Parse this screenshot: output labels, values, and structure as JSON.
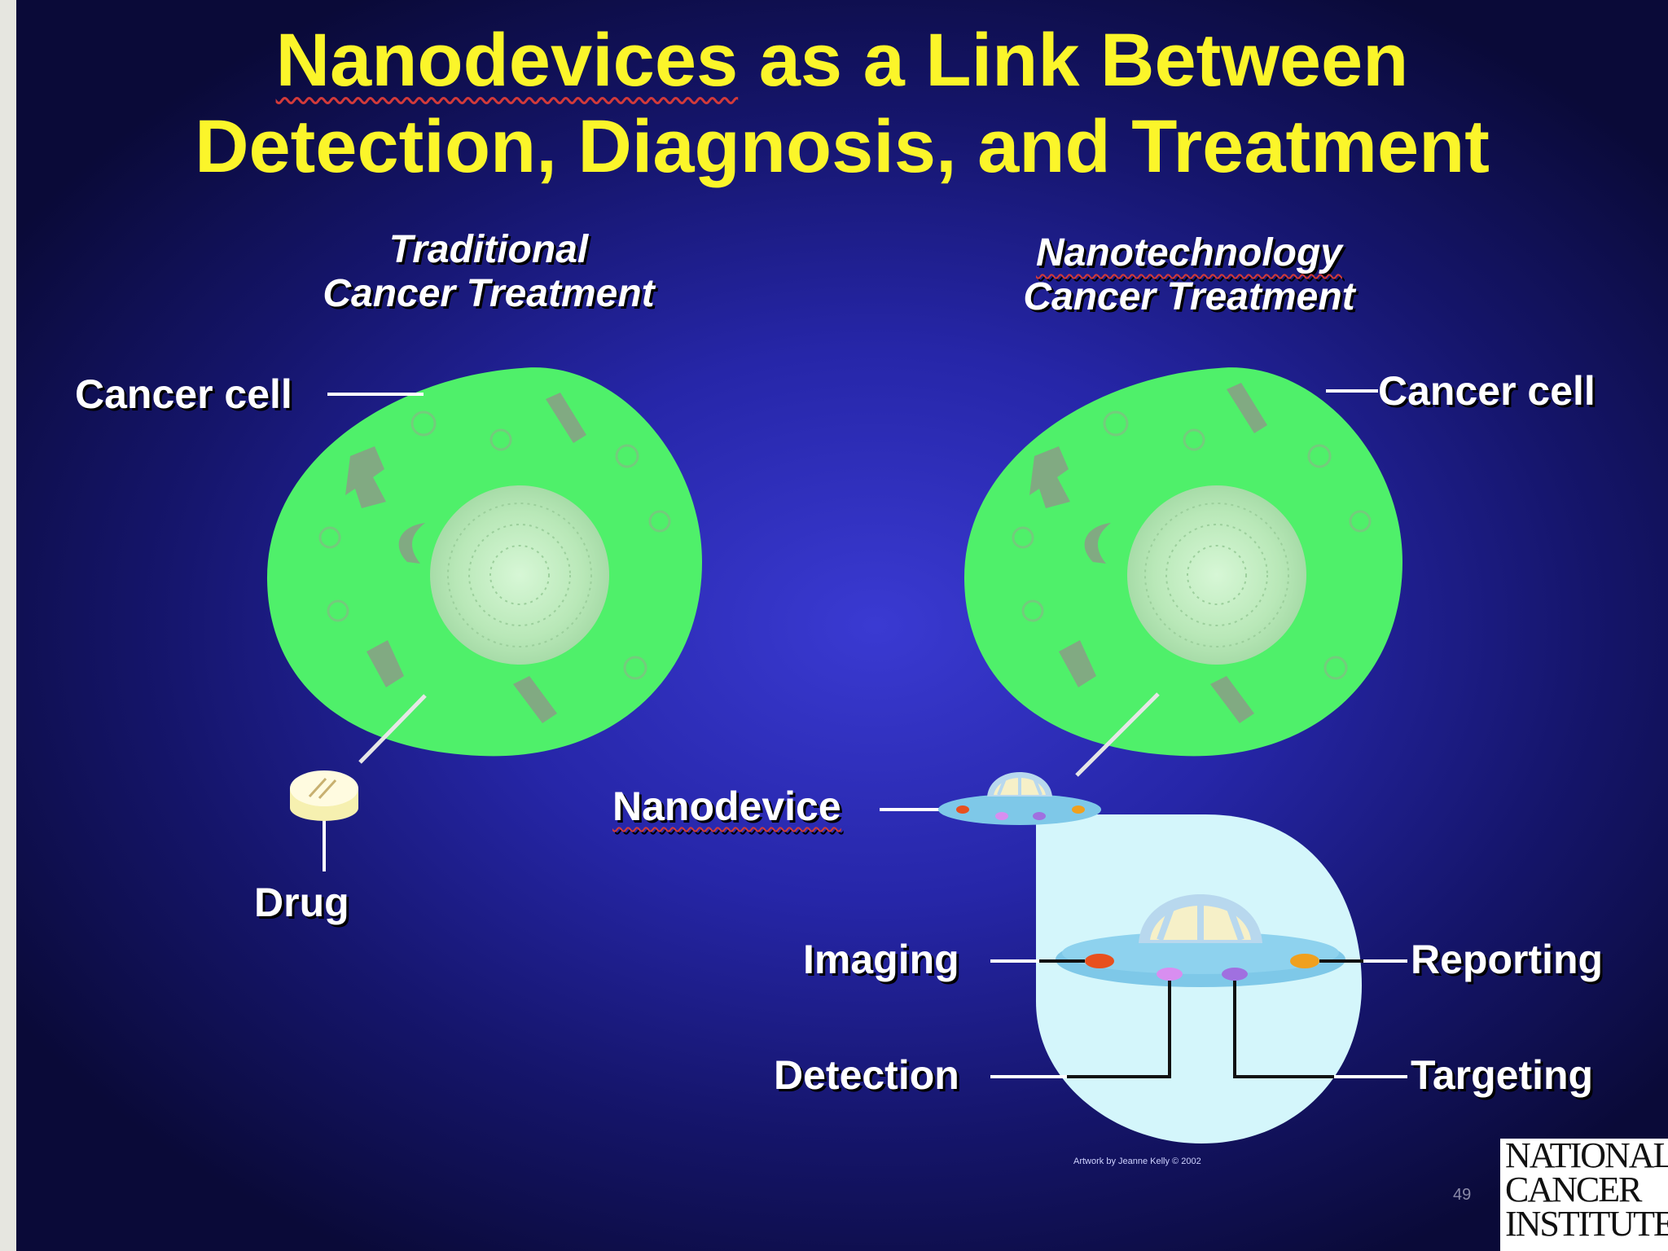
{
  "title": {
    "line1_highlight": "Nanodevices",
    "line1_rest": " as a Link Between",
    "line2": "Detection, Diagnosis, and Treatment"
  },
  "left": {
    "heading_line1": "Traditional",
    "heading_line2": "Cancer Treatment",
    "cell_label": "Cancer cell",
    "drug_label": "Drug"
  },
  "right": {
    "heading_line1": "Nanotechnology",
    "heading_line2": "Cancer Treatment",
    "cell_label": "Cancer cell",
    "nanodevice_label": "Nanodevice",
    "functions": {
      "imaging": "Imaging",
      "reporting": "Reporting",
      "detection": "Detection",
      "targeting": "Targeting"
    }
  },
  "credit": "Artwork by Jeanne Kelly © 2002",
  "page_number": "49",
  "logo": {
    "line1": "NATIONAL",
    "line2": "CANCER",
    "line3": "INSTITUTE"
  },
  "colors": {
    "title": "#fbf52a",
    "cell": "#4ff06a",
    "nucleus": "#bff0c0",
    "zoom_bubble": "#d4f6fb",
    "imaging_dot": "#e8501e",
    "reporting_dot": "#f0a01e",
    "detection_dot": "#d88ef0",
    "targeting_dot": "#a070e0"
  }
}
